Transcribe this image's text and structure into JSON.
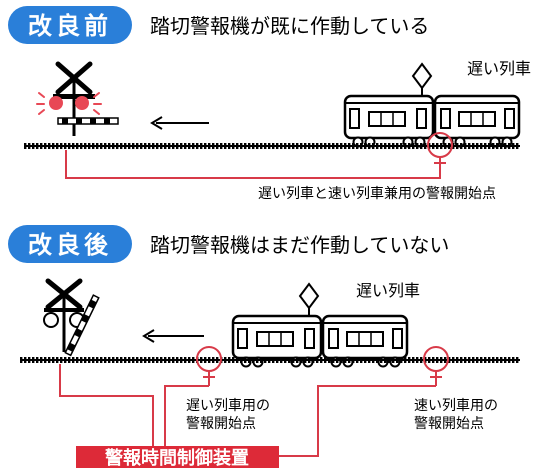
{
  "colors": {
    "badge_fill": "#2a7fd9",
    "badge_text": "#ffffff",
    "signal_red": "#e84855",
    "line_red": "#d83a48",
    "device_fill": "#dd2a38",
    "black": "#000000"
  },
  "before": {
    "badge": "改良前",
    "heading": "踏切警報機が既に作動している",
    "train_label": "遅い列車",
    "shared_point_label": "遅い列車と速い列車兼用の警報開始点"
  },
  "after": {
    "badge": "改良後",
    "heading": "踏切警報機はまだ作動していない",
    "train_label": "遅い列車",
    "slow_point_label_line1": "遅い列車用の",
    "slow_point_label_line2": "警報開始点",
    "fast_point_label_line1": "速い列車用の",
    "fast_point_label_line2": "警報開始点",
    "device_label": "警報時間制御装置"
  },
  "icons": {
    "crossing_signal": "railroad-crossing-signal-icon",
    "direction_arrow": "left-arrow-icon",
    "train": "train-icon",
    "pantograph": "pantograph-icon",
    "detection_point": "circle-marker-icon"
  }
}
